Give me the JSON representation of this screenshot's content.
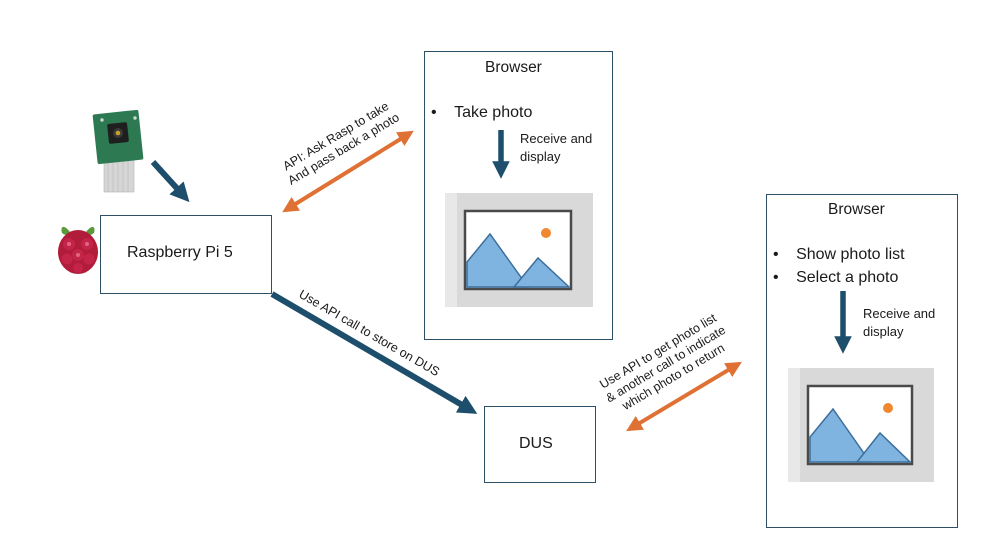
{
  "nodes": {
    "rpi": "Raspberry Pi 5",
    "dus": "DUS"
  },
  "browser1": {
    "title": "Browser",
    "items": [
      "Take photo"
    ],
    "caption": [
      "Receive and",
      "display"
    ]
  },
  "browser2": {
    "title": "Browser",
    "items": [
      "Show photo list",
      "Select a photo"
    ],
    "caption": [
      "Receive and",
      "display"
    ]
  },
  "edges": {
    "rpi_to_browser": [
      "API: Ask Rasp to take",
      "And pass back a photo"
    ],
    "rpi_to_dus": "Use API call to store on DUS",
    "dus_to_browser": [
      "Use API to get photo list",
      "& another call to indicate",
      "which photo to return"
    ]
  },
  "colors": {
    "arrow_blue": "#1d4e6b",
    "arrow_orange": "#e07134",
    "box_border": "#2e5066"
  },
  "icons": [
    "camera-module-icon",
    "raspberry-icon",
    "image-placeholder-icon"
  ]
}
